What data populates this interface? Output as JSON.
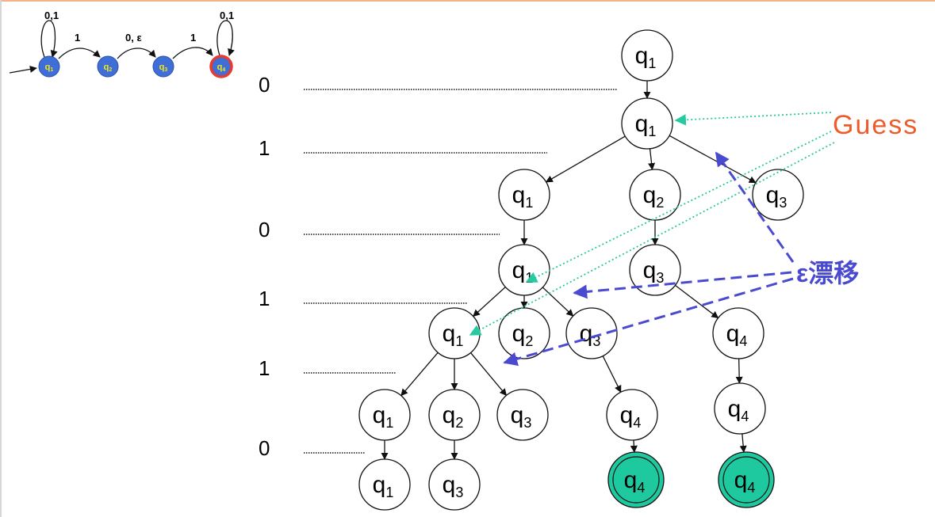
{
  "colors": {
    "accept_fill": "#1fc9a0",
    "nfa_state_fill": "#3f6fd6",
    "nfa_state_text": "#f2e71b",
    "nfa_accept_ring": "#e63b2e",
    "guess": "#ef5b2a",
    "guess_arrow": "#26c9a0",
    "epsilon": "#4a4ad1",
    "topbar": "#f0b38a"
  },
  "nfa": {
    "states": [
      {
        "id": "n1",
        "base": "q",
        "sub": "1",
        "accept": false,
        "start": true
      },
      {
        "id": "n2",
        "base": "q",
        "sub": "2",
        "accept": false
      },
      {
        "id": "n3",
        "base": "q",
        "sub": "3",
        "accept": false
      },
      {
        "id": "n4",
        "base": "q",
        "sub": "4",
        "accept": true
      }
    ],
    "labels": {
      "loop_q1": "0,1",
      "q1_q2": "1",
      "q2_q3": "0, ε",
      "q3_q4": "1",
      "loop_q4": "0,1"
    }
  },
  "input": [
    "0",
    "1",
    "0",
    "1",
    "1",
    "0"
  ],
  "tree": {
    "nodes": [
      {
        "id": "r0",
        "base": "q",
        "sub": "1",
        "accept": false
      },
      {
        "id": "a1",
        "base": "q",
        "sub": "1",
        "accept": false
      },
      {
        "id": "b1",
        "base": "q",
        "sub": "1",
        "accept": false
      },
      {
        "id": "b2",
        "base": "q",
        "sub": "2",
        "accept": false
      },
      {
        "id": "b3",
        "base": "q",
        "sub": "3",
        "accept": false
      },
      {
        "id": "c1",
        "base": "q",
        "sub": "1",
        "accept": false
      },
      {
        "id": "c3",
        "base": "q",
        "sub": "3",
        "accept": false
      },
      {
        "id": "d1",
        "base": "q",
        "sub": "1",
        "accept": false
      },
      {
        "id": "d2",
        "base": "q",
        "sub": "2",
        "accept": false
      },
      {
        "id": "d3",
        "base": "q",
        "sub": "3",
        "accept": false
      },
      {
        "id": "d4",
        "base": "q",
        "sub": "4",
        "accept": false
      },
      {
        "id": "e1",
        "base": "q",
        "sub": "1",
        "accept": false
      },
      {
        "id": "e2",
        "base": "q",
        "sub": "2",
        "accept": false
      },
      {
        "id": "e3",
        "base": "q",
        "sub": "3",
        "accept": false
      },
      {
        "id": "e4",
        "base": "q",
        "sub": "4",
        "accept": false
      },
      {
        "id": "e5",
        "base": "q",
        "sub": "4",
        "accept": false
      },
      {
        "id": "f1",
        "base": "q",
        "sub": "1",
        "accept": false
      },
      {
        "id": "f2",
        "base": "q",
        "sub": "3",
        "accept": false
      },
      {
        "id": "f3",
        "base": "q",
        "sub": "4",
        "accept": true
      },
      {
        "id": "f4",
        "base": "q",
        "sub": "4",
        "accept": true
      }
    ],
    "edges": [
      [
        "r0",
        "a1"
      ],
      [
        "a1",
        "b1"
      ],
      [
        "a1",
        "b2"
      ],
      [
        "a1",
        "b3"
      ],
      [
        "b1",
        "c1"
      ],
      [
        "b2",
        "c3"
      ],
      [
        "c1",
        "d1"
      ],
      [
        "c1",
        "d2"
      ],
      [
        "c1",
        "d3"
      ],
      [
        "c3",
        "d4"
      ],
      [
        "d1",
        "e1"
      ],
      [
        "d1",
        "e2"
      ],
      [
        "d1",
        "e3"
      ],
      [
        "d3",
        "e4"
      ],
      [
        "d4",
        "e5"
      ],
      [
        "e1",
        "f1"
      ],
      [
        "e2",
        "f2"
      ],
      [
        "e4",
        "f3"
      ],
      [
        "e5",
        "f4"
      ]
    ]
  },
  "annotations": {
    "guess": "Guess",
    "epsilon": "ε漂移"
  }
}
